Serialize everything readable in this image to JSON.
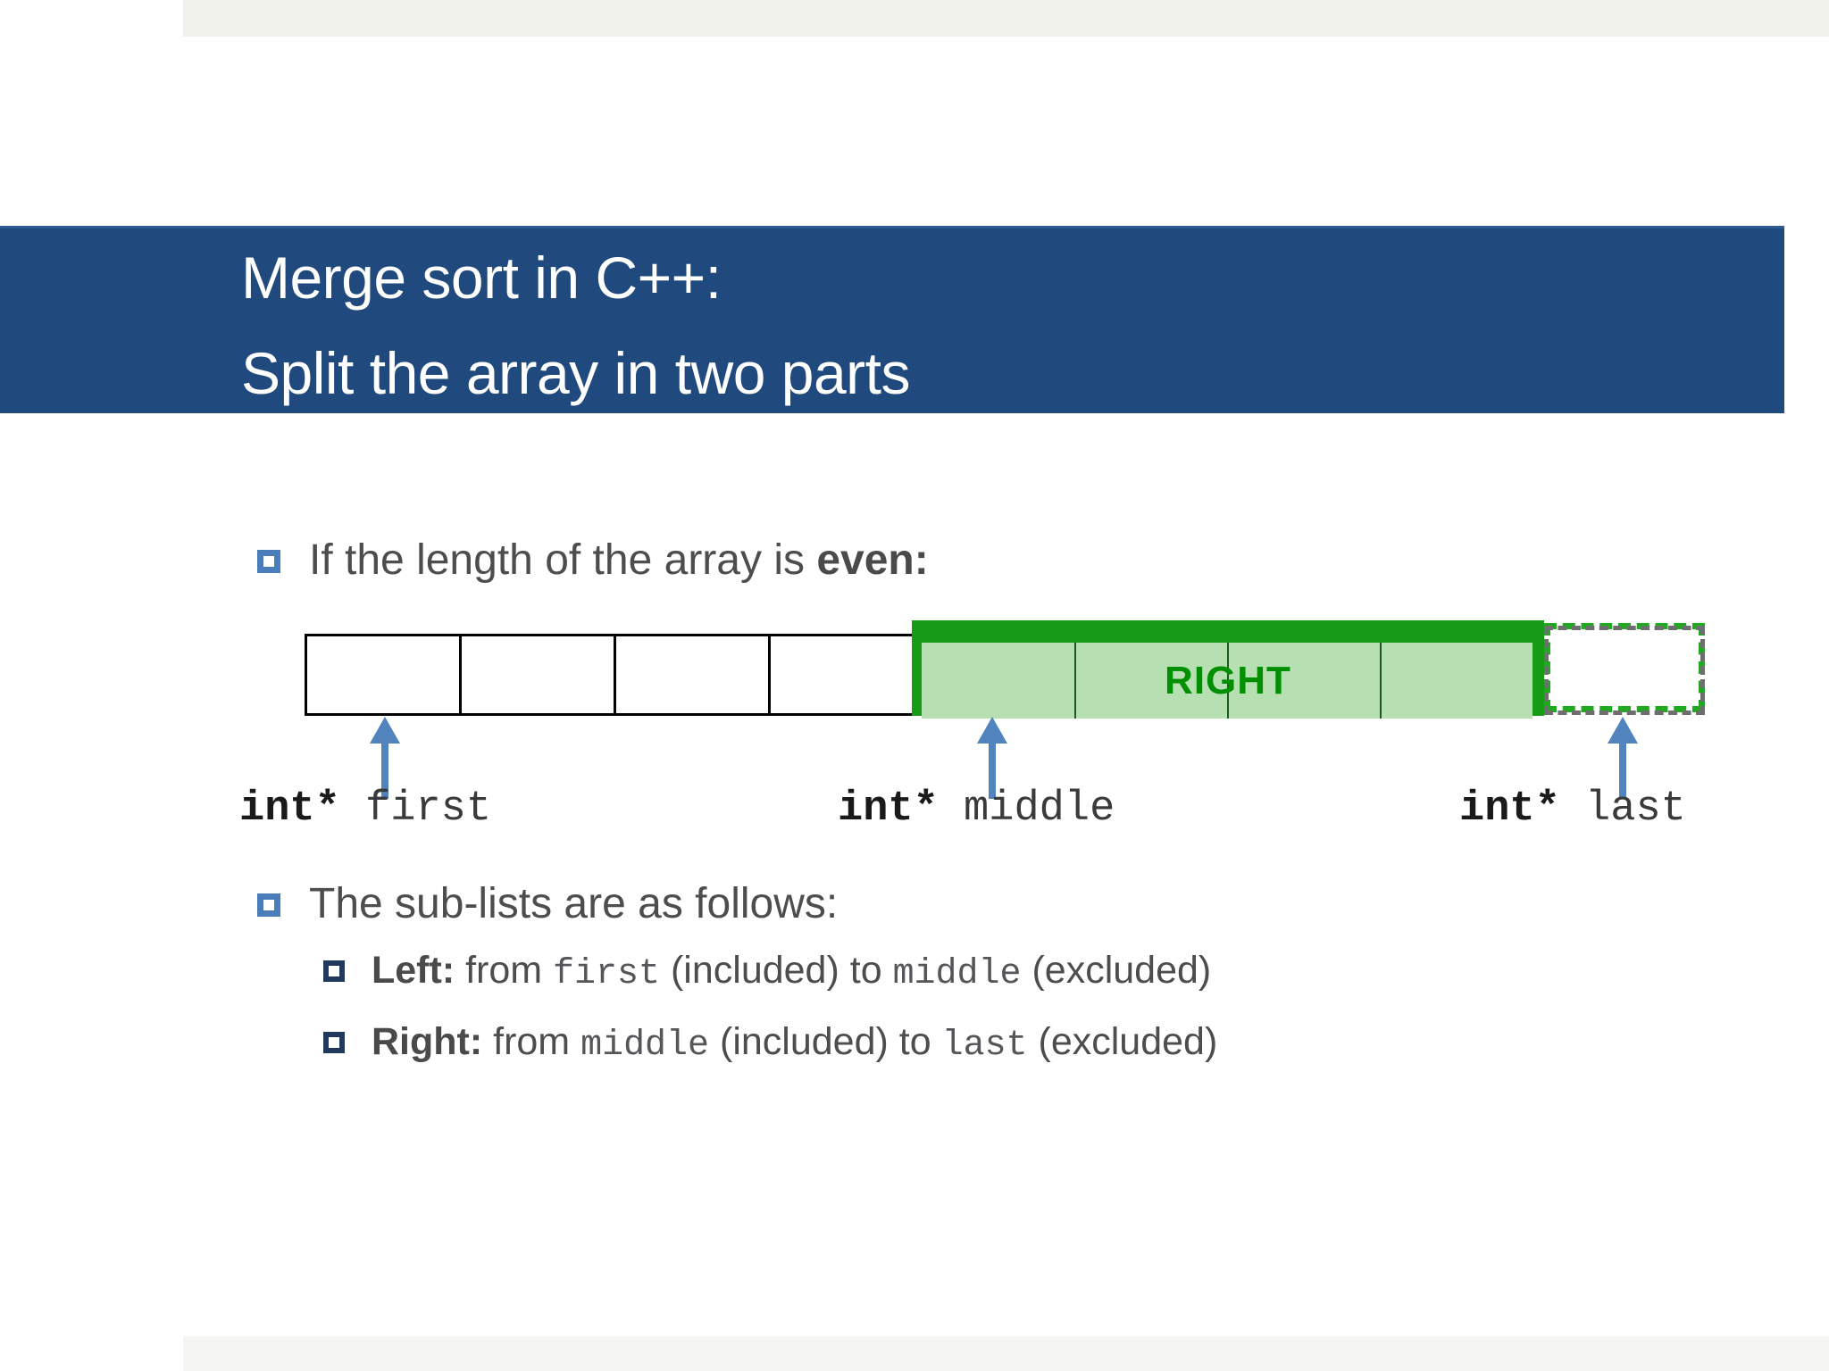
{
  "slide": {
    "title_line1": "Merge sort in C++:",
    "title_line2": "Split the array in two parts",
    "title_text": "Merge sort in C++:\nSplit the array in two parts",
    "title_bar_color": "#20497e",
    "body_text_color": "#4d4d4d"
  },
  "bullets": {
    "even_prefix": "If the length of the array is ",
    "even_bold": "even:",
    "sublists": "The sub-lists are as follows:",
    "left": {
      "label": "Left:",
      "from_word": " from ",
      "from_ptr": "first",
      "included": " (included) to ",
      "to_ptr": "middle",
      "excluded": " (excluded)"
    },
    "right": {
      "label": "Right:",
      "from_word": " from ",
      "from_ptr": "middle",
      "included": " (included) to ",
      "to_ptr": "last",
      "excluded": " (excluded)"
    }
  },
  "diagram": {
    "white_cell_count": 4,
    "green_cell_count": 4,
    "right_region_label": "RIGHT",
    "green_border_color": "#169b16",
    "green_fill_color": "#b6e0b2",
    "right_label_color": "#008f00",
    "arrow_color": "#5184bd",
    "dashed_box_present": true,
    "pointers": [
      {
        "type": "int*",
        "name": "first"
      },
      {
        "type": "int*",
        "name": "middle"
      },
      {
        "type": "int*",
        "name": "last"
      }
    ]
  }
}
